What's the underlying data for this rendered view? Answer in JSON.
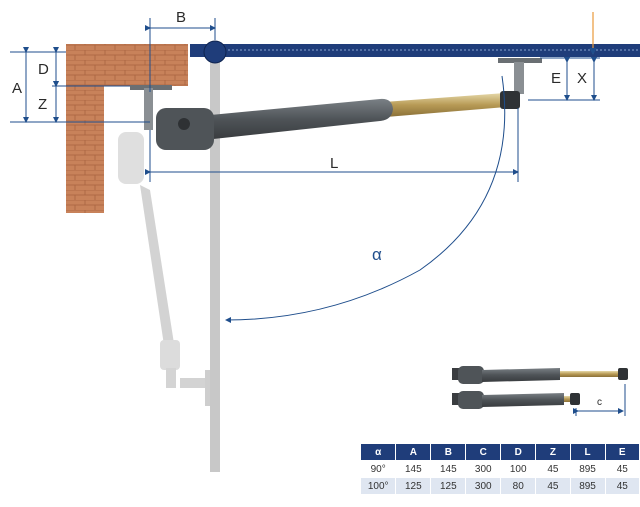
{
  "labels": {
    "A": "A",
    "B": "B",
    "D": "D",
    "Z": "Z",
    "E": "E",
    "X": "X",
    "L": "L",
    "alpha": "α",
    "c": "c"
  },
  "table": {
    "headers": [
      "α",
      "A",
      "B",
      "C",
      "D",
      "Z",
      "L",
      "E"
    ],
    "rows": [
      [
        "90°",
        "145",
        "145",
        "300",
        "100",
        "45",
        "895",
        "45"
      ],
      [
        "100°",
        "125",
        "125",
        "300",
        "80",
        "45",
        "895",
        "45"
      ]
    ]
  },
  "colors": {
    "gate_beam": "#1f3d7a",
    "brick": "#c8825a",
    "actuator": "#5a5f63",
    "rod": "#c9b27a",
    "post": "#c8c8c8",
    "dimension": "#1f4e8c",
    "table_header": "#1f3d7a",
    "table_alt_row": "#dfe6f1"
  }
}
